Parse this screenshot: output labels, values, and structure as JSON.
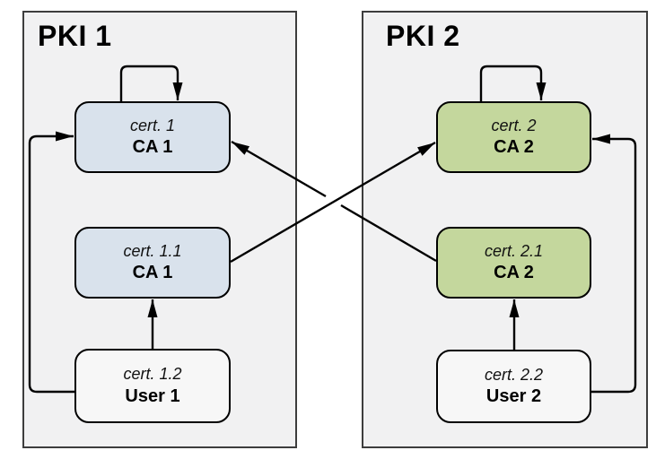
{
  "colors": {
    "container_fill": "#f1f1f2",
    "container_stroke": "#3d3d3d",
    "node_stroke": "#000000",
    "ca1_fill": "#d9e2ec",
    "ca2_fill": "#c4d79d",
    "user_fill": "#f7f7f7",
    "arrow": "#000000"
  },
  "diagram": {
    "pki1": {
      "title": "PKI 1",
      "root": {
        "cert": "cert. 1",
        "name": "CA 1"
      },
      "intermediate": {
        "cert": "cert. 1.1",
        "name": "CA 1"
      },
      "user": {
        "cert": "cert. 1.2",
        "name": "User 1"
      }
    },
    "pki2": {
      "title": "PKI 2",
      "root": {
        "cert": "cert. 2",
        "name": "CA 2"
      },
      "intermediate": {
        "cert": "cert. 2.1",
        "name": "CA 2"
      },
      "user": {
        "cert": "cert. 2.2",
        "name": "User 2"
      }
    }
  }
}
